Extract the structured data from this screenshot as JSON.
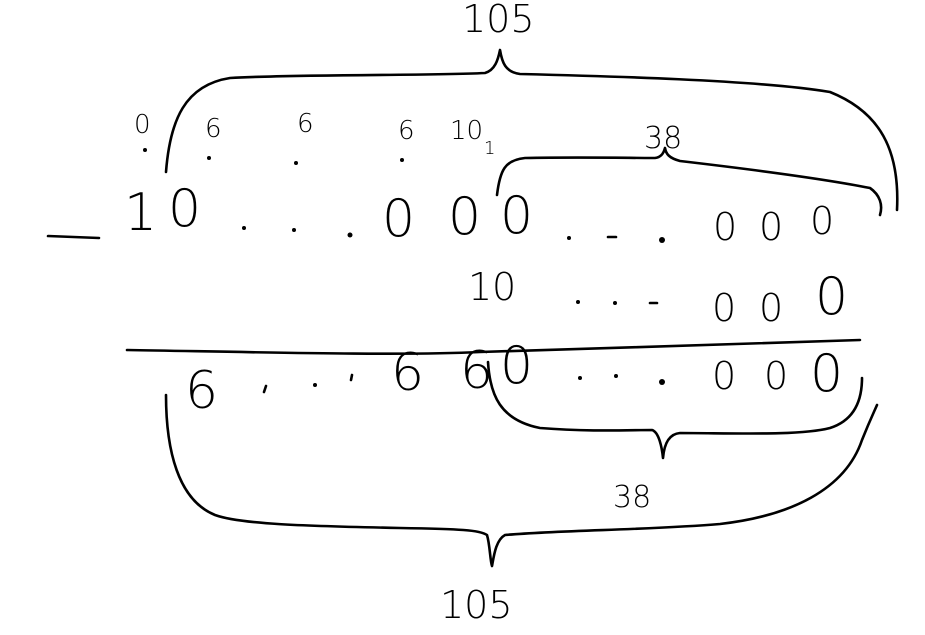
{
  "top_total": "105",
  "top_inner": "38",
  "bottom_inner": "38",
  "bottom_total": "105",
  "minus_sign": "—",
  "borrows": [
    "0",
    "6",
    "6",
    "6",
    "10",
    "1"
  ],
  "minuend": {
    "left": [
      "1",
      "0"
    ],
    "middle": [
      "0",
      "0"
    ],
    "right": [
      "0",
      "0",
      "0",
      "0"
    ]
  },
  "subtrahend": {
    "left": [
      "1",
      "0"
    ],
    "right": [
      "0",
      "0",
      "0"
    ]
  },
  "result": {
    "left": [
      "6",
      "6",
      "6"
    ],
    "middle": [
      "0"
    ],
    "right": [
      "0",
      "0",
      "0"
    ]
  }
}
